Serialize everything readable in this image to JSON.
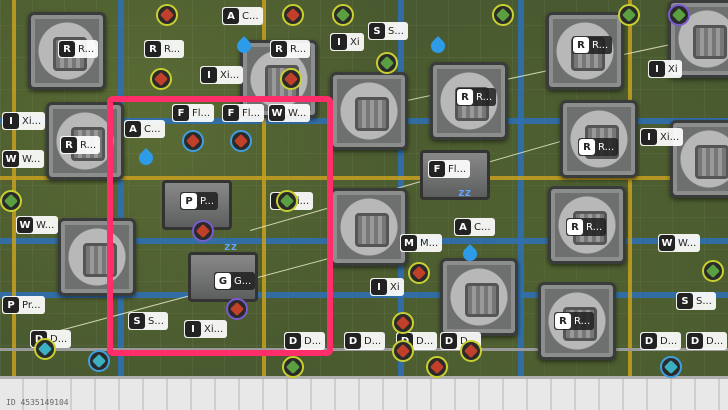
{
  "labels": [
    {
      "id": "l1",
      "text": "C...",
      "icon": "A"
    },
    {
      "id": "l2",
      "text": "R...",
      "icon": "R"
    },
    {
      "id": "l3",
      "text": "Xi",
      "icon": "I"
    },
    {
      "id": "l4",
      "text": "S...",
      "icon": "S"
    },
    {
      "id": "l5",
      "text": "Xi...",
      "icon": "I"
    },
    {
      "id": "l6",
      "text": "R...",
      "icon": "R"
    },
    {
      "id": "l7",
      "text": "R...",
      "icon": "R"
    },
    {
      "id": "l8",
      "text": "Fl...",
      "icon": "F"
    },
    {
      "id": "l9",
      "text": "Fl...",
      "icon": "F"
    },
    {
      "id": "l10",
      "text": "W...",
      "icon": "W"
    },
    {
      "id": "l11",
      "text": "C...",
      "icon": "A"
    },
    {
      "id": "l12",
      "text": "R...",
      "icon": "R"
    },
    {
      "id": "l13",
      "text": "W...",
      "icon": "W"
    },
    {
      "id": "l14",
      "text": "P...",
      "icon": "P"
    },
    {
      "id": "l15",
      "text": "Xi...",
      "icon": "I"
    },
    {
      "id": "l16",
      "text": "W...",
      "icon": "W"
    },
    {
      "id": "l17",
      "text": "G...",
      "icon": "G"
    },
    {
      "id": "l18",
      "text": "Pr...",
      "icon": "P"
    },
    {
      "id": "l19",
      "text": "S...",
      "icon": "S"
    },
    {
      "id": "l20",
      "text": "Xi...",
      "icon": "I"
    },
    {
      "id": "l21",
      "text": "D...",
      "icon": "D"
    },
    {
      "id": "l22",
      "text": "D...",
      "icon": "D"
    },
    {
      "id": "l23",
      "text": "D...",
      "icon": "D"
    },
    {
      "id": "l24",
      "text": "D...",
      "icon": "D"
    },
    {
      "id": "l25",
      "text": "D...",
      "icon": "D"
    },
    {
      "id": "l26",
      "text": "D...",
      "icon": "D"
    },
    {
      "id": "l27",
      "text": "D...",
      "icon": "D"
    },
    {
      "id": "l28",
      "text": "Fl...",
      "icon": "F"
    },
    {
      "id": "l29",
      "text": "C...",
      "icon": "A"
    },
    {
      "id": "l30",
      "text": "M...",
      "icon": "M"
    },
    {
      "id": "l31",
      "text": "W...",
      "icon": "W"
    },
    {
      "id": "l32",
      "text": "R...",
      "icon": "R"
    },
    {
      "id": "l33",
      "text": "R...",
      "icon": "R"
    },
    {
      "id": "l34",
      "text": "R...",
      "icon": "R"
    },
    {
      "id": "l35",
      "text": "R...",
      "icon": "R"
    },
    {
      "id": "l36",
      "text": "R...",
      "icon": "R"
    },
    {
      "id": "l37",
      "text": "Xi...",
      "icon": "I"
    },
    {
      "id": "l38",
      "text": "Xi...",
      "icon": "I"
    },
    {
      "id": "l39",
      "text": "Xi",
      "icon": "I"
    },
    {
      "id": "l40",
      "text": "S...",
      "icon": "S"
    },
    {
      "id": "l41",
      "text": "Xi",
      "icon": "I"
    }
  ],
  "sleep_text": "zz",
  "seed_text": "ID 4535149104",
  "colors": {
    "selection": "#ff2d6a",
    "belt": "#2f6fb0",
    "pipe": "#c8a020",
    "ring_yellow": "#c8d030",
    "ring_blue": "#3f9fe0",
    "ring_purple": "#7a5ad0"
  }
}
